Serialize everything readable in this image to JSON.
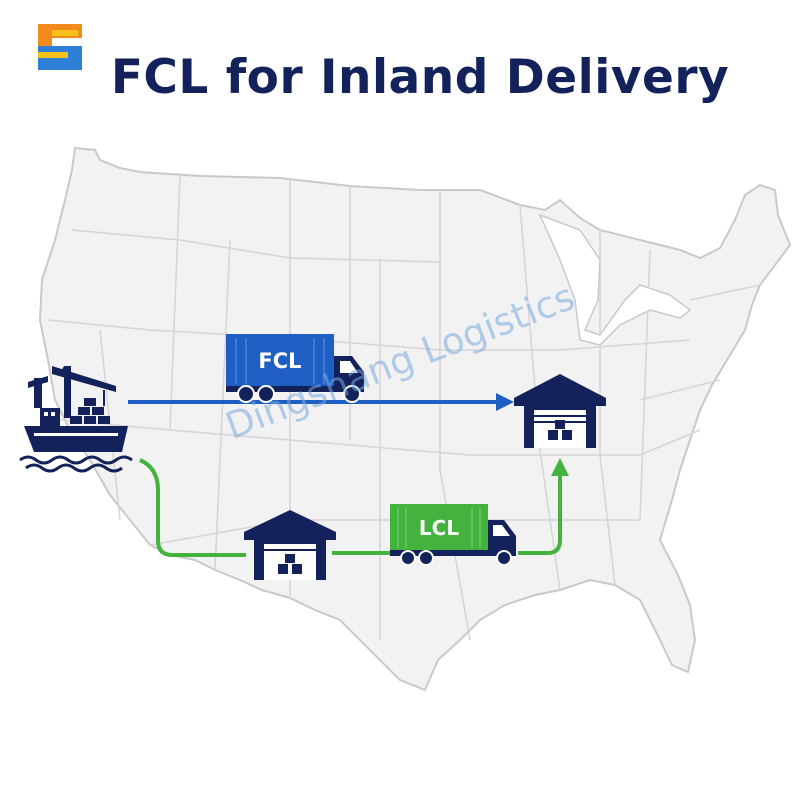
{
  "title": "FCL for Inland Delivery",
  "labels": {
    "fcl": "FCL",
    "lcl": "LCL",
    "watermark": "Dingshang Logistics"
  },
  "colors": {
    "navy": "#13225a",
    "fcl_blue": "#1f5fc4",
    "lcl_green": "#43b33e",
    "map_fill": "#f2f2f3",
    "map_stroke": "#c9c9cc"
  },
  "icons": [
    "logo-icon",
    "cargo-ship-crane-icon",
    "fcl-truck-icon",
    "lcl-truck-icon",
    "warehouse-destination-icon",
    "warehouse-consolidation-icon"
  ]
}
